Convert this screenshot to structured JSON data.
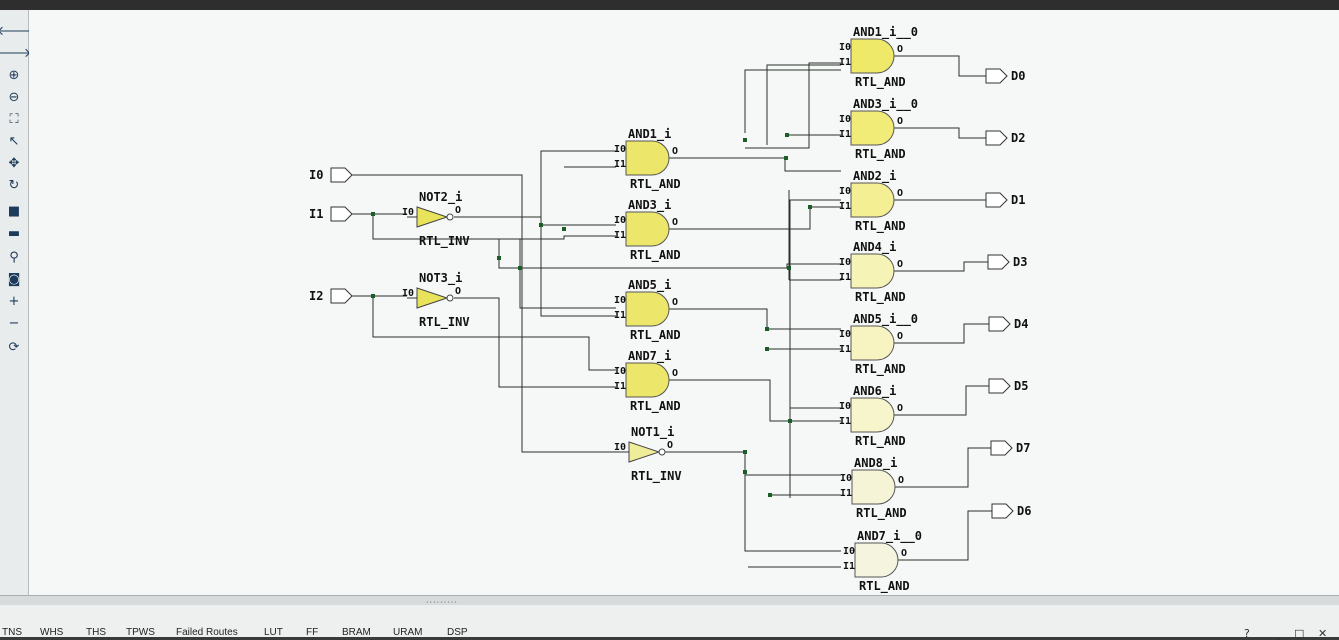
{
  "toolbar": {
    "buttons": [
      "back-arrow-icon",
      "forward-arrow-icon",
      "zoom-in-icon",
      "zoom-out-icon",
      "zoom-fit-icon",
      "select-icon",
      "expand-icon",
      "refresh-icon",
      "black-box-icon",
      "collapse-icon",
      "search-icon",
      "camera-icon",
      "plus-icon",
      "minus-icon",
      "regenerate-icon"
    ]
  },
  "schematic": {
    "ports_in": [
      "I0",
      "I1",
      "I2"
    ],
    "ports_out": [
      "D0",
      "D2",
      "D1",
      "D3",
      "D4",
      "D5",
      "D7",
      "D6"
    ],
    "pin_i0": "I0",
    "pin_i1": "I1",
    "pin_o": "O",
    "cells": [
      {
        "name": "NOT2_i",
        "type": "RTL_INV"
      },
      {
        "name": "NOT3_i",
        "type": "RTL_INV"
      },
      {
        "name": "AND1_i",
        "type": "RTL_AND"
      },
      {
        "name": "AND3_i",
        "type": "RTL_AND"
      },
      {
        "name": "AND5_i",
        "type": "RTL_AND"
      },
      {
        "name": "AND7_i",
        "type": "RTL_AND"
      },
      {
        "name": "NOT1_i",
        "type": "RTL_INV"
      },
      {
        "name": "AND1_i__0",
        "type": "RTL_AND"
      },
      {
        "name": "AND3_i__0",
        "type": "RTL_AND"
      },
      {
        "name": "AND2_i",
        "type": "RTL_AND"
      },
      {
        "name": "AND4_i",
        "type": "RTL_AND"
      },
      {
        "name": "AND5_i__0",
        "type": "RTL_AND"
      },
      {
        "name": "AND6_i",
        "type": "RTL_AND"
      },
      {
        "name": "AND8_i",
        "type": "RTL_AND"
      },
      {
        "name": "AND7_i__0",
        "type": "RTL_AND"
      }
    ]
  },
  "bottom_panel": {
    "columns": [
      "TNS",
      "WHS",
      "THS",
      "TPWS",
      "Failed Routes",
      "LUT",
      "FF",
      "BRAM",
      "URAM",
      "DSP"
    ],
    "controls": [
      "?",
      "_",
      "□",
      "✕"
    ]
  }
}
